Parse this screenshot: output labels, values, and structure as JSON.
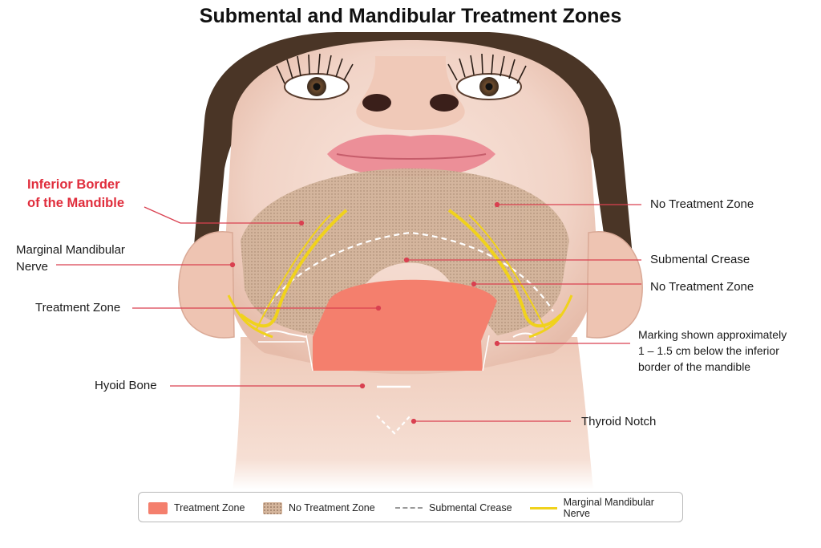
{
  "title": "Submental and Mandibular Treatment Zones",
  "labels": {
    "inferior_border_line1": "Inferior Border",
    "inferior_border_line2": "of the Mandible",
    "marginal_nerve_line1": "Marginal Mandibular",
    "marginal_nerve_line2": "Nerve",
    "treatment_zone": "Treatment Zone",
    "hyoid_bone": "Hyoid Bone",
    "no_treatment_zone_top": "No Treatment Zone",
    "submental_crease": "Submental Crease",
    "no_treatment_zone_mid": "No Treatment Zone",
    "marking_line1": "Marking shown approximately",
    "marking_line2": "1 – 1.5 cm below the inferior",
    "marking_line3": "border of the mandible",
    "thyroid_notch": "Thyroid Notch"
  },
  "legend": {
    "treatment_zone": "Treatment Zone",
    "no_treatment_zone": "No Treatment Zone",
    "submental_crease": "Submental Crease",
    "marginal_nerve": "Marginal Mandibular Nerve"
  },
  "colors": {
    "treatment_zone": "#f47f6d",
    "no_treatment_zone": "#d5b69d",
    "marginal_nerve": "#f0d21c",
    "leader_line": "#d94050",
    "highlight_label": "#e02d3c"
  }
}
